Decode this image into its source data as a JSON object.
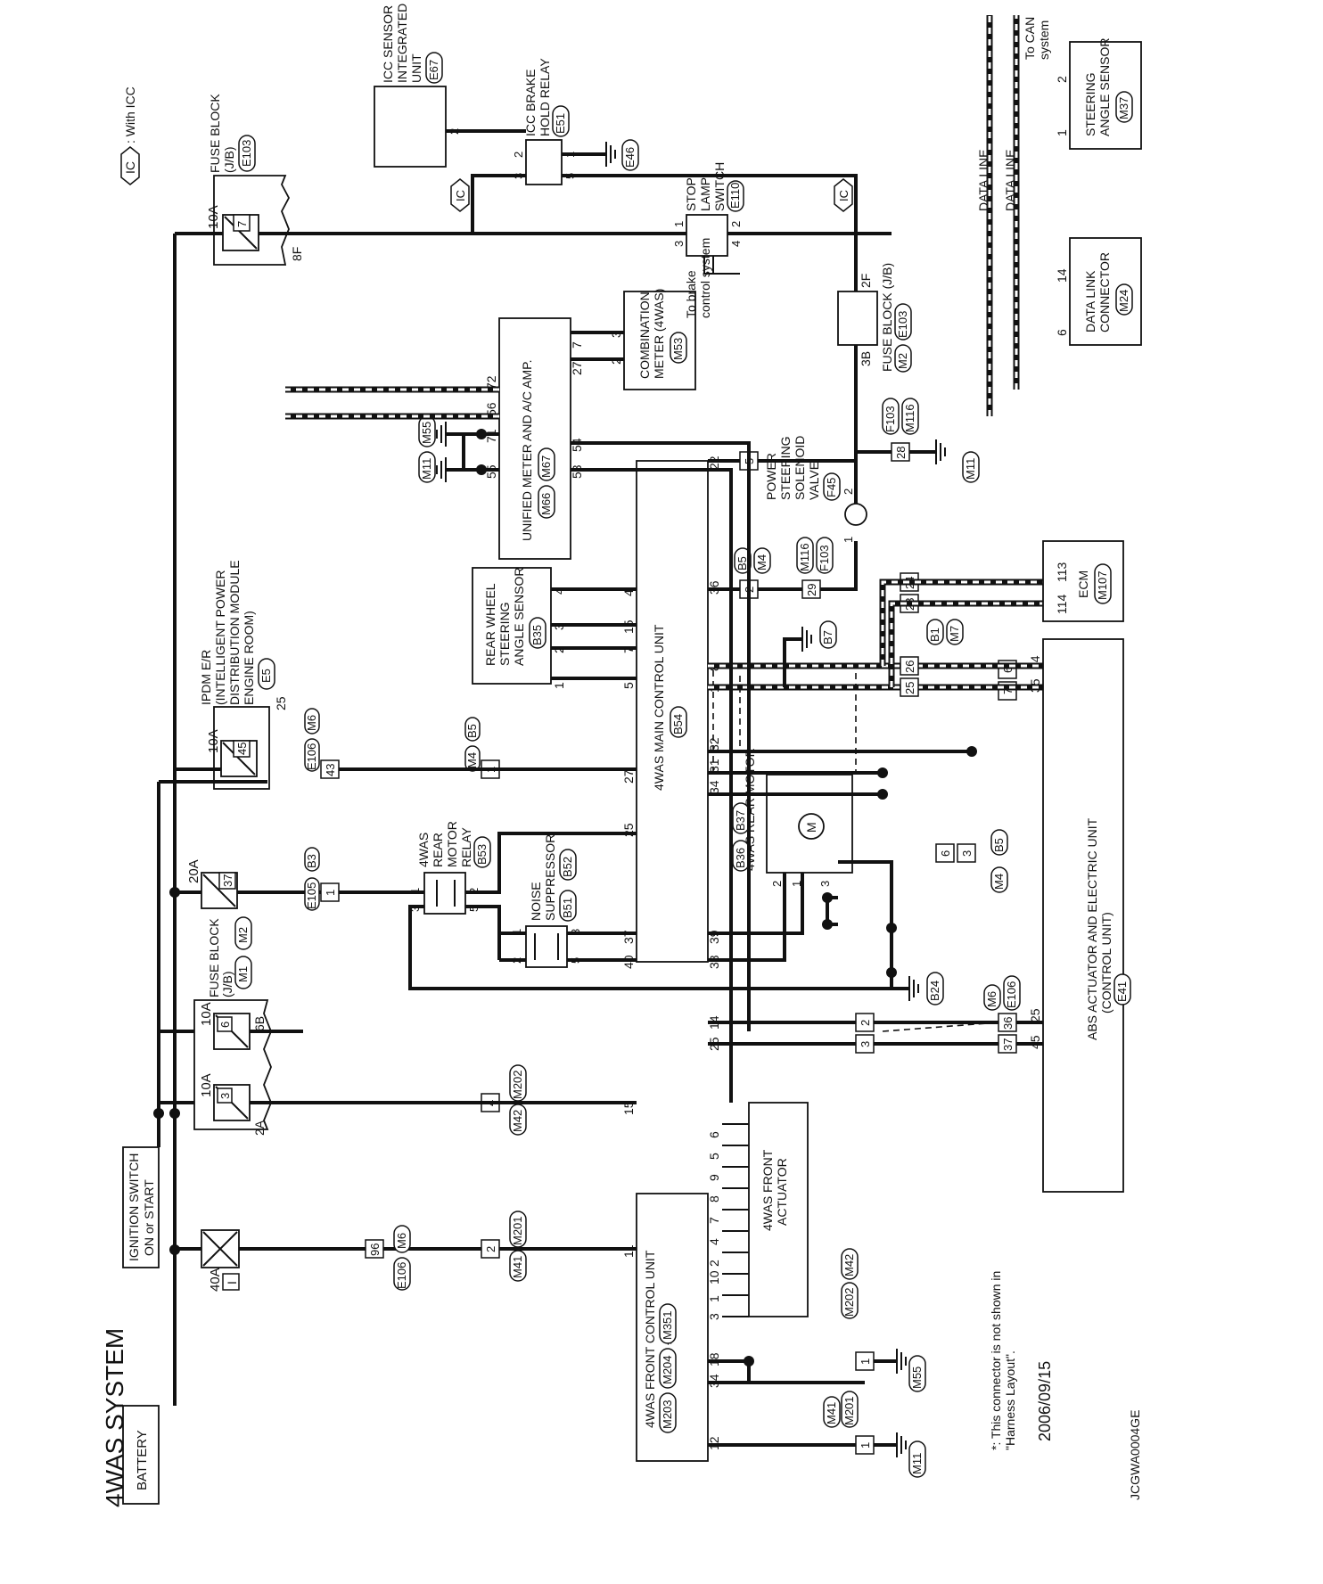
{
  "title": "4WAS SYSTEM",
  "legend": {
    "ic_symbol": "IC",
    "ic_text": ": With ICC"
  },
  "note_line1": "*: This connector is not shown in",
  "note_line2": "\"Harness Layout\".",
  "date": "2006/09/15",
  "code": "JCGWA0004GE",
  "battery": "BATTERY",
  "ignition": {
    "line1": "IGNITION SWITCH",
    "line2": "ON or START"
  },
  "fuse_block_m": {
    "line1": "FUSE BLOCK",
    "line2": "(J/B)",
    "conn1": "M1",
    "conn2": "M2",
    "f1_amp": "10A",
    "f1_no": "3",
    "f1_term": "2A",
    "f2_amp": "10A",
    "f2_no": "6",
    "f2_term": "6B"
  },
  "fuse_40a": {
    "amp": "40A",
    "no": "I"
  },
  "fuse_20a": {
    "amp": "20A",
    "no": "37"
  },
  "ipdm": {
    "line1": "IPDM E/R",
    "line2": "(INTELLIGENT POWER",
    "line3": "DISTRIBUTION MODULE",
    "line4": "ENGINE ROOM)",
    "conn": "E5",
    "amp": "10A",
    "no": "45",
    "term": "25"
  },
  "fuse_block_e103": {
    "line1": "FUSE BLOCK",
    "line2": "(J/B)",
    "conn": "E103",
    "amp": "10A",
    "no": "7",
    "term": "8F"
  },
  "icc_sensor": {
    "line1": "ICC SENSOR",
    "line2": "INTEGRATED",
    "line3": "UNIT",
    "conn": "E67",
    "ic": "IC",
    "pin": "2"
  },
  "icc_relay": {
    "line1": "ICC BRAKE",
    "line2": "HOLD RELAY",
    "conn": "E51",
    "ic": "IC",
    "pin1": "1",
    "pin2": "2",
    "pin3": "3",
    "pin5": "5",
    "gnd": "E46"
  },
  "stop_lamp": {
    "line1": "STOP",
    "line2": "LAMP",
    "line3": "SWITCH",
    "conn": "E110",
    "pin1": "1",
    "pin2": "2",
    "pin3": "3",
    "pin4": "4",
    "to1": "To brake",
    "to2": "control system"
  },
  "fuse_block_m2": {
    "line1": "FUSE BLOCK (J/B)",
    "conn1": "M2",
    "conn2": "E103",
    "t1": "2F",
    "t2": "3B"
  },
  "ic_marks": [
    "IC",
    "IC"
  ],
  "comb_meter": {
    "line1": "COMBINATION",
    "line2": "METER (4WAS)",
    "conn": "M53",
    "pin2": "2",
    "pin3": "3"
  },
  "unified_meter": {
    "line1": "UNIFIED METER AND A/C AMP.",
    "conn1": "M66",
    "conn2": "M67",
    "p27": "27",
    "p7": "7",
    "p72": "72",
    "p56": "56",
    "p71": "71",
    "p55": "55",
    "p53": "53",
    "p54": "54",
    "gnd1": "M55",
    "gnd2": "M11"
  },
  "rear_sensor": {
    "line1": "REAR WHEEL",
    "line2": "STEERING",
    "line3": "ANGLE SENSOR",
    "conn": "B35",
    "p1": "1",
    "p2": "2",
    "p3": "3",
    "p4": "4"
  },
  "main_unit": {
    "name": "4WAS MAIN CONTROL UNIT",
    "conn": "B54",
    "p4": "4",
    "p15": "15",
    "p7": "7",
    "p5": "5",
    "p27": "27",
    "p25": "25",
    "p37": "37",
    "p40": "40",
    "p22": "22",
    "p36": "36",
    "p8": "8",
    "p1": "1",
    "p32": "32",
    "p31": "31",
    "p34": "34",
    "p39": "39",
    "p38": "38"
  },
  "relay_b53": {
    "line1": "4WAS",
    "line2": "REAR",
    "line3": "MOTOR",
    "line4": "RELAY",
    "conn": "B53",
    "p1": "1",
    "p2": "2",
    "p3": "3",
    "p5": "5"
  },
  "suppressor": {
    "line1": "NOISE",
    "line2": "SUPPRESSOR",
    "conn1": "B51",
    "conn2": "B52",
    "p1": "1",
    "p2": "2",
    "p3": "3",
    "p5": "5"
  },
  "rear_motor": {
    "line1": "4WAS REAR MOTOR",
    "conn1": "B36",
    "conn2": "B37",
    "p1": "1",
    "p2": "2",
    "p3": "3",
    "m": "M"
  },
  "gnd_b24": "B24",
  "gnd_b7": "B7",
  "front_unit": {
    "name": "4WAS FRONT CONTROL UNIT",
    "star": "*",
    "conn1": "M203",
    "conn2": "M204",
    "conn3": "M351",
    "p11": "11",
    "p15": "15",
    "p12": "12",
    "p14": "14",
    "p25": "25",
    "p34": "34",
    "p18": "18",
    "pins": [
      "6",
      "5",
      "9",
      "8",
      "7",
      "4",
      "2",
      "10",
      "1",
      "3"
    ]
  },
  "front_actuator": {
    "line1": "4WAS FRONT",
    "line2": "ACTUATOR"
  },
  "ps_valve": {
    "line1": "POWER",
    "line2": "STEERING",
    "line3": "SOLENOID",
    "line4": "VALVE",
    "conn": "F45",
    "p1": "1",
    "p2": "2"
  },
  "conn_f103": {
    "c1": "F103",
    "c2": "M116",
    "pin": "28",
    "gnd": "M11"
  },
  "conn_29": {
    "c1": "M116",
    "c2": "F103",
    "pin": "29"
  },
  "conn_b5m4": {
    "c1": "B5",
    "c2": "M4",
    "pin_a": "2",
    "pin_b": "5"
  },
  "conn_b1m7": {
    "c1": "B1",
    "c2": "M7",
    "p23": "23",
    "p24": "24",
    "p25": "25",
    "p26": "26"
  },
  "ecm": {
    "name": "ECM",
    "conn": "M107",
    "p114": "114",
    "p113": "113"
  },
  "abs": {
    "line1": "ABS ACTUATOR AND ELECTRIC UNIT",
    "line2": "(CONTROL UNIT)",
    "conn": "E41",
    "p14": "14",
    "p35": "35",
    "p25": "25",
    "p45": "45"
  },
  "conn_67": {
    "p6": "6",
    "p7": "7"
  },
  "conn_36": {
    "c1": "M6",
    "c2": "E106",
    "p36": "36",
    "p37": "37"
  },
  "conn_23": {
    "p2": "2",
    "p3": "3"
  },
  "conn_b5m4b": {
    "c1": "B5",
    "c2": "M4",
    "p6": "6",
    "p3": "3"
  },
  "data_link": {
    "line1": "DATA LINK",
    "line2": "CONNECTOR",
    "conn": "M24",
    "p6": "6",
    "p14": "14"
  },
  "steer_sensor": {
    "line1": "STEERING",
    "line2": "ANGLE SENSOR",
    "conn": "M37",
    "p1": "1",
    "p2": "2"
  },
  "data_line": [
    "DATA LINE",
    "DATA LINE"
  ],
  "to_can": {
    "line1": "To CAN",
    "line2": "system"
  },
  "inline": {
    "c96": {
      "c1": "E106",
      "c2": "M6",
      "pin": "96"
    },
    "c2": {
      "c1": "M41",
      "c2": "M201",
      "pin": "2"
    },
    "c4": {
      "c1": "M42",
      "c2": "M202",
      "pin": "4"
    },
    "c1a": {
      "c1": "E105",
      "c2": "B3",
      "pin": "1"
    },
    "c43": {
      "c1": "E106",
      "c2": "M6",
      "pin": "43"
    },
    "c1b": {
      "c1": "M4",
      "c2": "B5",
      "pin": "1"
    },
    "g1": {
      "c1": "M202",
      "c2": "M42",
      "pin": "1",
      "gnd": "M55"
    },
    "g2": {
      "c1": "M201",
      "c2": "M41",
      "pin": "1",
      "gnd": "M11"
    }
  }
}
